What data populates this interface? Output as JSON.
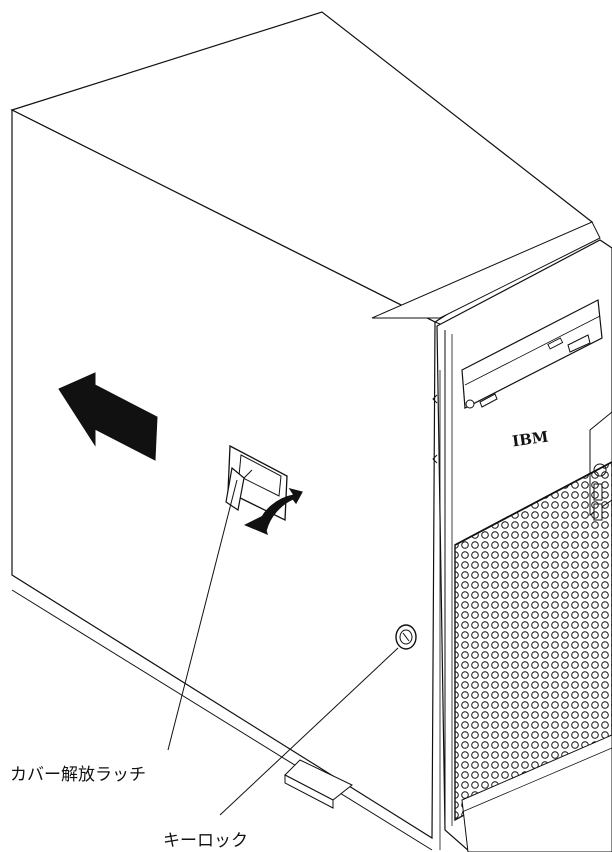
{
  "callouts": {
    "cover_release_latch": "カバー解放ラッチ",
    "key_lock": "キーロック"
  },
  "front_bezel": {
    "brand_logo": "IBM"
  },
  "colors": {
    "line": "#111111",
    "arrow_fill": "#111111",
    "background": "#ffffff"
  },
  "icons": {
    "slide_direction": "left-arrow-icon",
    "latch_turn": "curved-arrow-icon",
    "key_lock": "lock-cylinder-icon"
  }
}
